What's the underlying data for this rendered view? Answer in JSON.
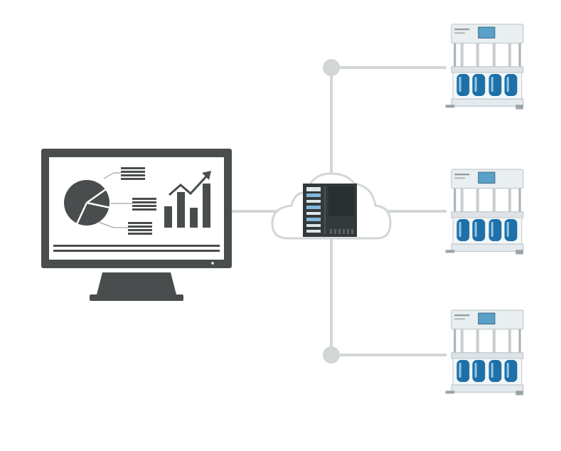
{
  "diagram": {
    "type": "network-topology",
    "colors": {
      "background": "#ffffff",
      "connector": "#d2d6d6",
      "monitor": "#4a4d4d",
      "server": "#34393b",
      "cloud_fill": "#ffffff",
      "cloud_stroke": "#d2d6d6",
      "vessel_blue": "#1f6fa8",
      "instrument_body": "#e9eef0"
    },
    "nodes": [
      {
        "id": "workstation",
        "icon": "monitor-analytics-icon",
        "shows": [
          "pie-chart-icon",
          "bar-chart-icon",
          "trend-arrow-icon",
          "timeline-bar"
        ]
      },
      {
        "id": "cloud-server",
        "icon": "cloud-server-icon"
      },
      {
        "id": "instrument-1",
        "icon": "dissolution-tester-icon"
      },
      {
        "id": "instrument-2",
        "icon": "dissolution-tester-icon"
      },
      {
        "id": "instrument-3",
        "icon": "dissolution-tester-icon"
      }
    ],
    "edges": [
      {
        "from": "workstation",
        "to": "cloud-server"
      },
      {
        "from": "cloud-server",
        "to": "instrument-1"
      },
      {
        "from": "cloud-server",
        "to": "instrument-2"
      },
      {
        "from": "cloud-server",
        "to": "instrument-3"
      }
    ]
  }
}
